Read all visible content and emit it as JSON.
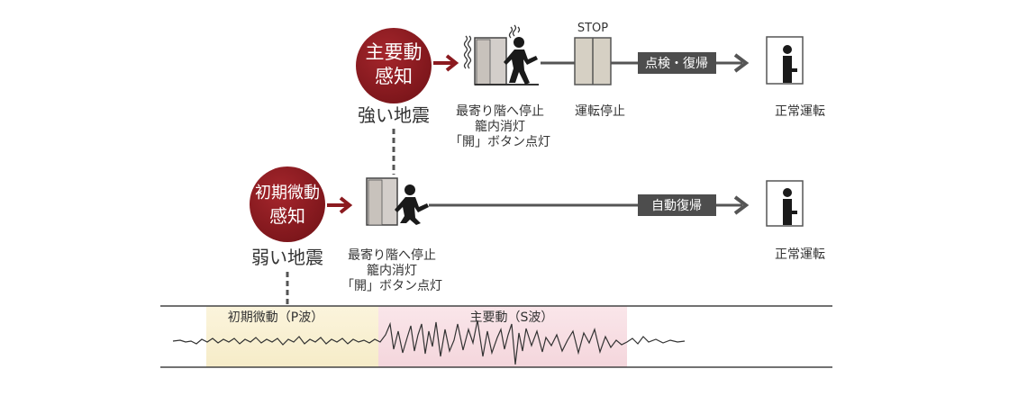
{
  "strong": {
    "badge_line1": "主要動",
    "badge_line2": "感知",
    "label": "強い地震",
    "step1_line1": "最寄り階へ停止",
    "step1_line2": "籠内消灯",
    "step1_line3": "「開」ボタン点灯",
    "stop_sign": "STOP",
    "step2": "運転停止",
    "pill": "点検・復帰",
    "end": "正常運転"
  },
  "weak": {
    "badge_line1": "初期微動",
    "badge_line2": "感知",
    "label": "弱い地震",
    "step1_line1": "最寄り階へ停止",
    "step1_line2": "籠内消灯",
    "step1_line3": "「開」ボタン点灯",
    "pill": "自動復帰",
    "end": "正常運転"
  },
  "waveform": {
    "p_label": "初期微動（P波）",
    "s_label": "主要動（S波）"
  },
  "colors": {
    "badge": "#8b1a1f",
    "arrow_red": "#8b1a1f",
    "line_gray": "#555555",
    "pill_bg": "#4d4d4d",
    "p_zone": "#f8f0d2",
    "s_zone": "#f7dde2"
  }
}
